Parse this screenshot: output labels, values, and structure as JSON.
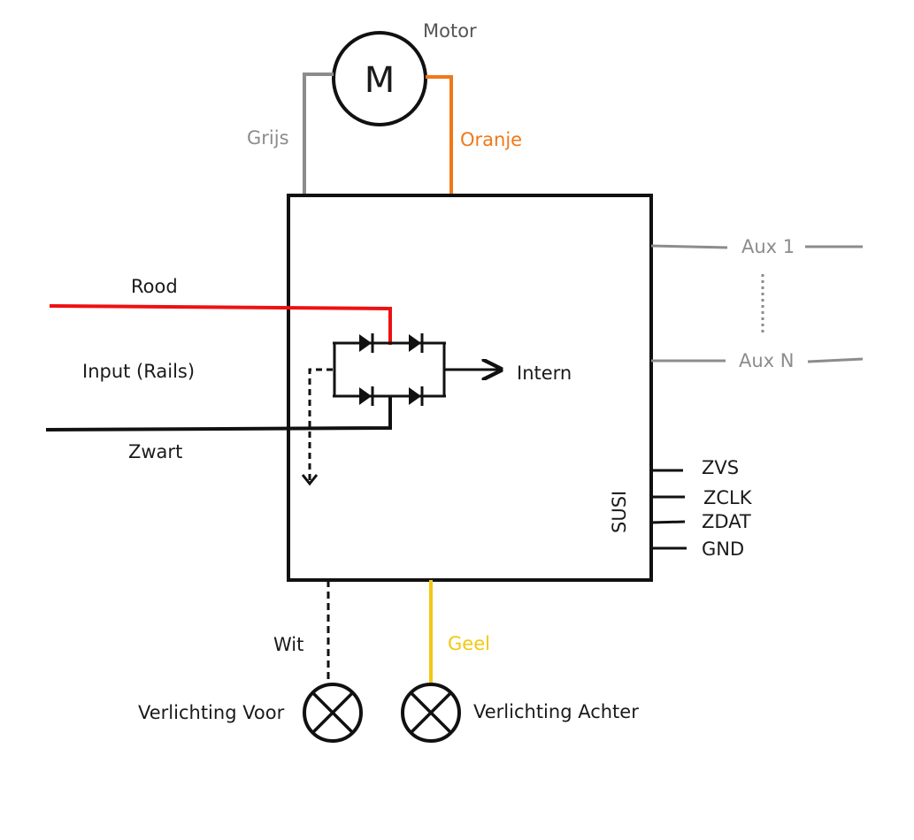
{
  "motor": {
    "label": "Motor",
    "symbol": "M"
  },
  "wires": {
    "grey": {
      "label": "Grijs",
      "color": "#8c8c8c"
    },
    "orange": {
      "label": "Oranje",
      "color": "#f07818"
    },
    "red": {
      "label": "Rood",
      "color": "#ee1111"
    },
    "black": {
      "label": "Zwart",
      "color": "#111111"
    },
    "white": {
      "label": "Wit"
    },
    "yellow": {
      "label": "Geel",
      "color": "#f2c811"
    }
  },
  "input": {
    "label": "Input (Rails)"
  },
  "internal": {
    "label": "Intern"
  },
  "aux": {
    "first": "Aux 1",
    "last": "Aux N"
  },
  "susi": {
    "label": "SUSI",
    "pins": [
      "ZVS",
      "ZCLK",
      "ZDAT",
      "GND"
    ]
  },
  "lights": {
    "front": "Verlichting Voor",
    "rear": "Verlichting Achter"
  }
}
